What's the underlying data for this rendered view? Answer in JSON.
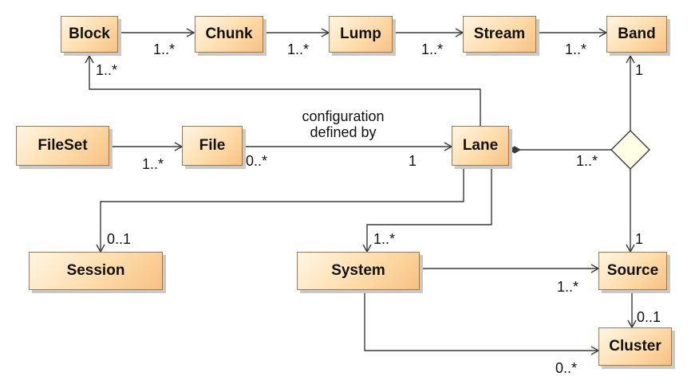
{
  "classes": {
    "block": "Block",
    "chunk": "Chunk",
    "lump": "Lump",
    "stream": "Stream",
    "band": "Band",
    "fileset": "FileSet",
    "file": "File",
    "lane": "Lane",
    "session": "Session",
    "system": "System",
    "source": "Source",
    "cluster": "Cluster"
  },
  "multiplicities": {
    "block_chunk": "1..*",
    "chunk_lump": "1..*",
    "lump_stream": "1..*",
    "stream_band": "1..*",
    "lane_block": "1..*",
    "diamond_band": "1",
    "fileset_file": "1..*",
    "file_lane_source": "0..*",
    "file_lane_target": "1",
    "lane_diamond": "1..*",
    "diamond_source": "1",
    "lane_session": "0..1",
    "lane_system": "1..*",
    "system_source": "1..*",
    "source_cluster": "0..1",
    "system_cluster": "0..*"
  },
  "association": {
    "name_line1": "configuration",
    "name_line2": "defined by"
  },
  "colors": {
    "box_light": "#fff6e4",
    "box_dark": "#f7c183",
    "border": "#9a7a52",
    "line": "#3a3a3a",
    "diamond": "#ffffe4"
  }
}
